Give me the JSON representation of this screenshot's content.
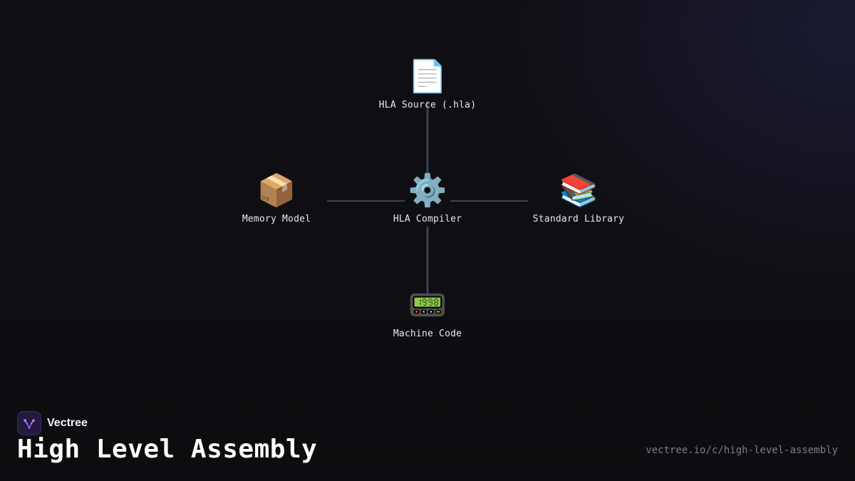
{
  "diagram": {
    "nodes": [
      {
        "id": "source",
        "label": "HLA Source (.hla)",
        "icon": "document-icon",
        "glyph": "📄"
      },
      {
        "id": "memory",
        "label": "Memory Model",
        "icon": "package-icon",
        "glyph": "📦"
      },
      {
        "id": "compiler",
        "label": "HLA Compiler",
        "icon": "gear-icon",
        "glyph": "⚙️"
      },
      {
        "id": "stdlib",
        "label": "Standard Library",
        "icon": "books-icon",
        "glyph": "📚"
      },
      {
        "id": "machine",
        "label": "Machine Code",
        "icon": "pager-icon",
        "glyph": "📟"
      }
    ],
    "edges": [
      {
        "from": "source",
        "to": "compiler"
      },
      {
        "from": "memory",
        "to": "compiler"
      },
      {
        "from": "compiler",
        "to": "stdlib"
      },
      {
        "from": "compiler",
        "to": "machine"
      }
    ],
    "edge_color": "#3a4352"
  },
  "footer": {
    "brand_name": "Vectree",
    "title": "High Level Assembly",
    "url": "vectree.io/c/high-level-assembly"
  },
  "colors": {
    "background": "#0f0f13",
    "brand_accent": "#a855f7"
  }
}
